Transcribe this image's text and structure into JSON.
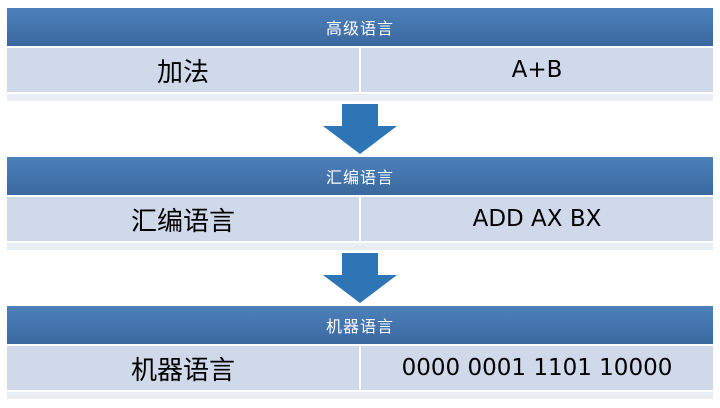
{
  "diagram": {
    "tables": [
      {
        "header": "高级语言",
        "left": "加法",
        "right": "A+B"
      },
      {
        "header": "汇编语言",
        "left": "汇编语言",
        "right": "ADD AX BX"
      },
      {
        "header": "机器语言",
        "left": "机器语言",
        "right": "0000 0001 1101 10000"
      }
    ],
    "colors": {
      "header_top": "#4d80ba",
      "header_bottom": "#3a699f",
      "row": "#cfd9ea",
      "band": "#e9eef5",
      "arrow": "#2e75b6",
      "header_text": "#ffffff",
      "cell_text": "#000000"
    }
  }
}
